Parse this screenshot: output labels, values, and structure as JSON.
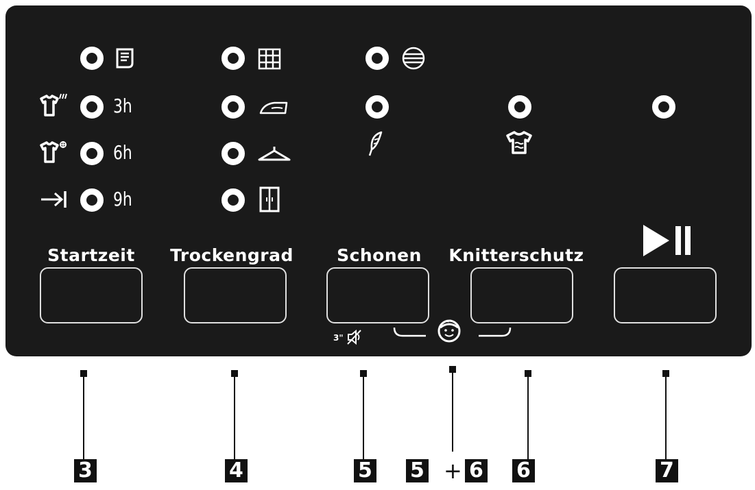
{
  "panel": {
    "rows": {
      "time_3h": "3h",
      "time_6h": "6h",
      "time_9h": "9h"
    },
    "buttons": {
      "startzeit": "Startzeit",
      "trockengrad": "Trockengrad",
      "schonen": "Schonen",
      "knitterschutz": "Knitterschutz"
    },
    "mute_label": "3\""
  },
  "callouts": {
    "startzeit": "3",
    "trockengrad": "4",
    "schonen": "5",
    "combo_a": "5",
    "combo_plus": "+",
    "combo_b": "6",
    "knitterschutz": "6",
    "start_pause": "7"
  },
  "icons": [
    "program-end-icon",
    "shirt-hot-icon",
    "shirt-cold-icon",
    "end-arrow-icon",
    "extra-dry-grid-icon",
    "iron-icon",
    "hanger-icon",
    "wardrobe-icon",
    "drum-icon",
    "feather-icon",
    "shirt-waves-icon",
    "play-pause-icon",
    "child-lock-icon",
    "mute-icon"
  ]
}
